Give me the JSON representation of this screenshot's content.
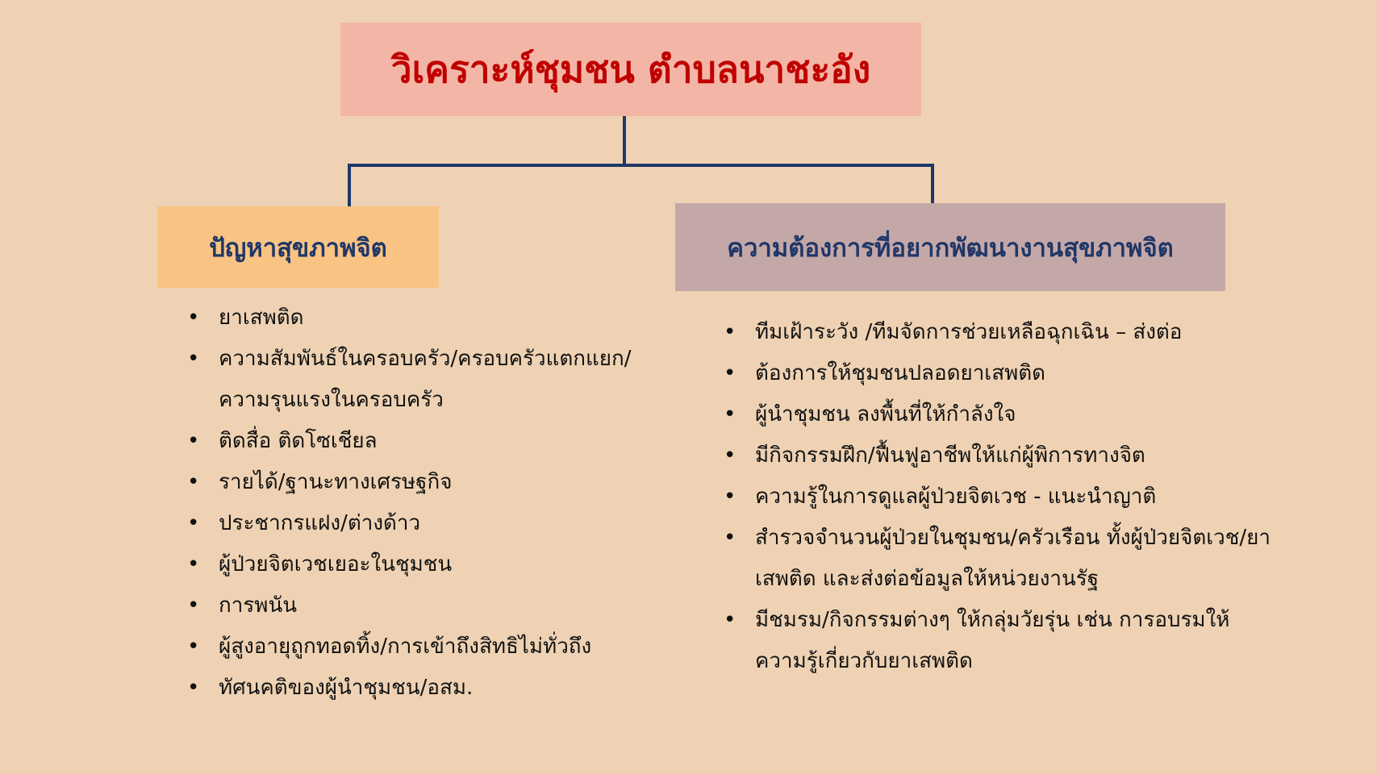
{
  "title": "วิเคราะห์ชุมชน ตำบลนาชะอัง",
  "branches": [
    {
      "label": "ปัญหาสุขภาพจิต",
      "items": [
        "ยาเสพติด",
        "ความสัมพันธ์ในครอบครัว/ครอบครัวแตกแยก/ความรุนแรงในครอบครัว",
        "ติดสื่อ ติดโซเชียล",
        "รายได้/ฐานะทางเศรษฐกิจ",
        "ประชากรแฝง/ต่างด้าว",
        "ผู้ป่วยจิตเวชเยอะในชุมชน",
        "การพนัน",
        "ผู้สูงอายุถูกทอดทิ้ง/การเข้าถึงสิทธิไม่ทั่วถึง",
        "ทัศนคติของผู้นำชุมชน/อสม."
      ]
    },
    {
      "label": "ความต้องการที่อยากพัฒนางานสุขภาพจิต",
      "items": [
        "ทีมเฝ้าระวัง /ทีมจัดการช่วยเหลือฉุกเฉิน – ส่งต่อ",
        "ต้องการให้ชุมชนปลอดยาเสพติด",
        "ผู้นำชุมชน ลงพื้นที่ให้กำลังใจ",
        "มีกิจกรรมฝึก/ฟื้นฟูอาชีพให้แก่ผู้พิการทางจิต",
        "ความรู้ในการดูแลผู้ป่วยจิตเวช - แนะนำญาติ",
        "สำรวจจำนวนผู้ป่วยในชุมชน/ครัวเรือน ทั้งผู้ป่วยจิตเวช/ยาเสพติด และส่งต่อข้อมูลให้หน่วยงานรัฐ",
        "มีชมรม/กิจกรรมต่างๆ ให้กลุ่มวัยรุ่น เช่น การอบรมให้ความรู้เกี่ยวกับยาเสพติด"
      ]
    }
  ],
  "colors": {
    "background": "#eed2b3",
    "title_box": "#f3b6a6",
    "title_text": "#c00000",
    "left_box": "#f9c383",
    "right_box": "#c4a7a7",
    "branch_text": "#1f3768",
    "connector": "#1f3768"
  }
}
